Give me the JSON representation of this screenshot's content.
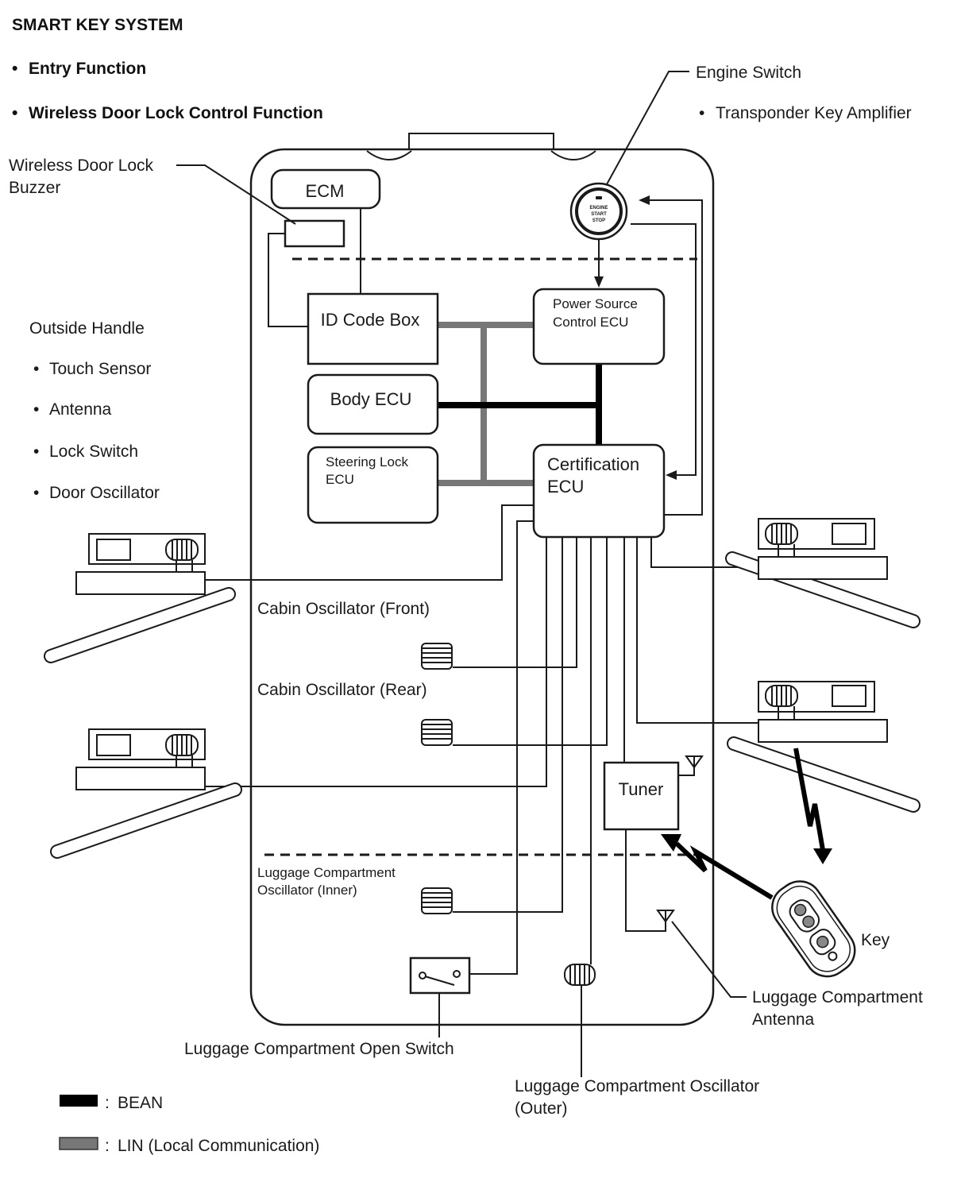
{
  "header": {
    "title": "SMART KEY SYSTEM",
    "functions": [
      "Entry Function",
      "Wireless Door Lock Control Function"
    ],
    "bullet": "•"
  },
  "labels": {
    "engine_switch": "Engine Switch",
    "transponder": "Transponder Key Amplifier",
    "buzzer_line1": "Wireless Door Lock",
    "buzzer_line2": "Buzzer",
    "outside_handle": "Outside Handle",
    "handle_items": [
      "Touch Sensor",
      "Antenna",
      "Lock Switch",
      "Door Oscillator"
    ],
    "cabin_front": "Cabin Oscillator (Front)",
    "cabin_rear": "Cabin Oscillator (Rear)",
    "lugg_inner_line1": "Luggage Compartment",
    "lugg_inner_line2": "Oscillator (Inner)",
    "lugg_open_switch": "Luggage Compartment Open Switch",
    "lugg_outer_line1": "Luggage Compartment Oscillator",
    "lugg_outer_line2": "(Outer)",
    "lugg_antenna_line1": "Luggage Compartment",
    "lugg_antenna_line2": "Antenna",
    "key": "Key",
    "engine_button_text": [
      "ENGINE",
      "START",
      "STOP"
    ]
  },
  "boxes": {
    "ecm": "ECM",
    "id_code_box": "ID Code Box",
    "body_ecu": "Body ECU",
    "steering_line1": "Steering Lock",
    "steering_line2": "ECU",
    "power_line1": "Power Source",
    "power_line2": "Control ECU",
    "cert_line1": "Certification",
    "cert_line2": "ECU",
    "tuner": "Tuner"
  },
  "legend": {
    "bean": "BEAN",
    "lin": "LIN (Local Communication)",
    "separator": ":",
    "bean_color": "#000000",
    "lin_color": "#777777"
  }
}
